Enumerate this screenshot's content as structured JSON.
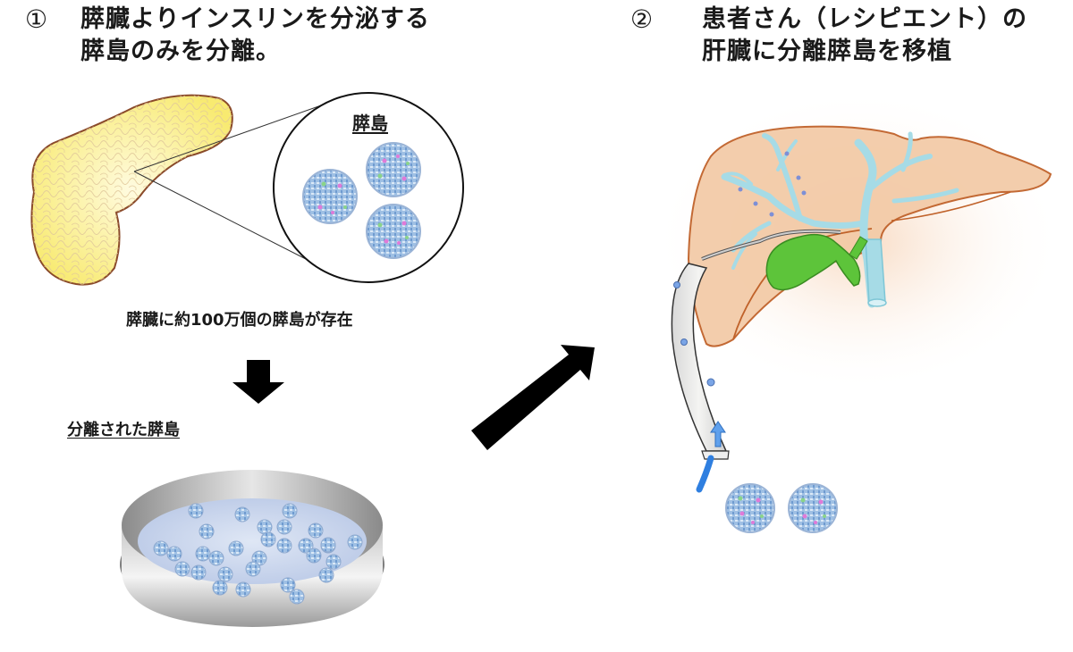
{
  "step1": {
    "number": "①",
    "title_line1": "膵臓よりインスリンを分泌する",
    "title_line2": "膵島のみを分離。"
  },
  "step2": {
    "number": "②",
    "title_line1": "患者さん（レシピエント）の",
    "title_line2": "肝臓に分離膵島を移植"
  },
  "labels": {
    "islet_zoom_label": "膵島",
    "pancreas_caption": "膵臓に約100万個の膵島が存在",
    "isolated_islets_label": "分離された膵島"
  },
  "colors": {
    "pancreas_fill": "#fbf3a0",
    "pancreas_outline": "#8a4a2a",
    "islet_blue": "#8fb2dc",
    "liver_fill": "#f3cba8",
    "liver_outline": "#c0622a",
    "vessel_blue": "#a6dbe6",
    "gallbladder_green": "#5dc43a",
    "catheter_flow_blue": "#2f7fe0",
    "arrow_black": "#000000"
  }
}
